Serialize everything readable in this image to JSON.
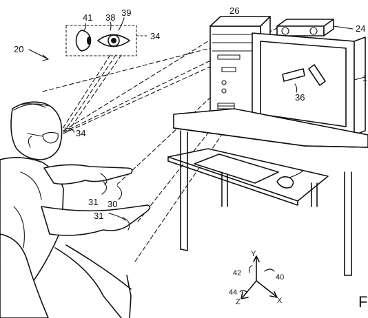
{
  "labels": {
    "system": "20",
    "computer": "26",
    "sensor": "24",
    "screen_object": "36",
    "monitor_edge": "1",
    "eye_inset": "34",
    "eye_at_head": "34",
    "inset_eye_left": "41",
    "inset_pupil": "38",
    "inset_iris": "39",
    "finger_upper": "31",
    "hand_upper": "30",
    "finger_lower": "31",
    "axis_y_ref": "42",
    "axis_x_ref": "40",
    "axis_z_ref": "44",
    "axis_y": "Y",
    "axis_x": "X",
    "axis_z": "Z",
    "figure_fragment": "F"
  },
  "colors": {
    "ink": "#111111",
    "paper": "#ffffff"
  }
}
